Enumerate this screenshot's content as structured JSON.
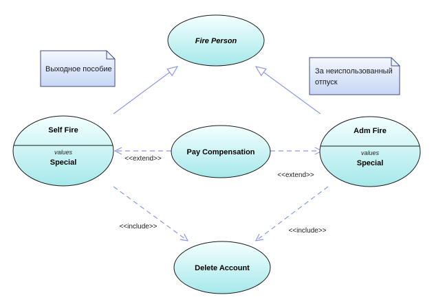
{
  "diagram": {
    "use_cases": {
      "fire_person": {
        "title": "Fire Person"
      },
      "self_fire": {
        "title": "Self Fire",
        "compartment_label": "values",
        "compartment_value": "Special"
      },
      "pay_compensation": {
        "title": "Pay Compensation"
      },
      "adm_fire": {
        "title": "Adm Fire",
        "compartment_label": "values",
        "compartment_value": "Special"
      },
      "delete_account": {
        "title": "Delete Account"
      }
    },
    "notes": {
      "left": {
        "lines": [
          "Выходное пособие"
        ]
      },
      "right": {
        "lines": [
          "За неиспользованный",
          "отпуск"
        ]
      }
    },
    "relations": {
      "extend_left": "<<extend>>",
      "extend_right": "<<extend>>",
      "include_left": "<<include>>",
      "include_right": "<<include>>"
    },
    "colors": {
      "ellipse_fill_top": "#f4ffff",
      "ellipse_fill_bottom": "#a6e8ea",
      "ellipse_stroke": "#1a1a1a",
      "note_fill_top": "#f4f8ff",
      "note_fill_bottom": "#c7d6f4",
      "note_stroke": "#3b4a86",
      "connector": "#8a97e6"
    }
  }
}
